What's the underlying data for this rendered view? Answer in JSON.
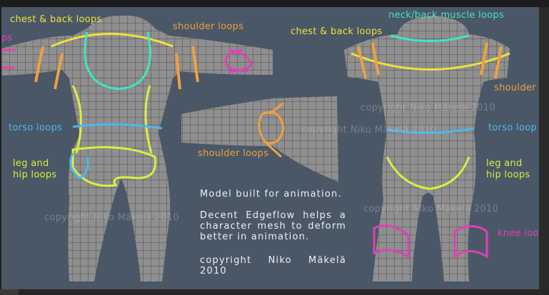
{
  "labels": {
    "chest_back_left": "chest & back loops",
    "shoulder_top": "shoulder loops",
    "chest_back_right": "chest & back loops",
    "neck_back": "neck/back muscle loops",
    "shoulder_right": "shoulder",
    "torso_left": "torso loops",
    "torso_right": "torso loop",
    "shoulder_mid": "shoulder loops",
    "leg_hip_left_1": "leg and",
    "leg_hip_left_2": "hip loops",
    "leg_hip_right_1": "leg and",
    "leg_hip_right_2": "hip loops",
    "knee_right": "knee loo",
    "cut_left": "ps"
  },
  "notes": {
    "line1": "Model built for animation.",
    "line2": "Decent Edgeflow helps a character mesh to deform better in animation.",
    "line3": "copyright  Niko  Mäkelä 2010"
  },
  "watermarks": {
    "left": "copyright Niko Mäkelä 2010",
    "right_top": "copyright Niko Mäkelä 2010",
    "right_bottom": "copyright Niko Mäkelä 2010",
    "mid": "copyright Niko Mäkelä 2010"
  },
  "colors": {
    "background": "#4a5766",
    "mesh": "#8f8f8f",
    "yellow": "#f2e03a",
    "orange": "#f0a040",
    "teal": "#3fe6c0",
    "blue": "#4fb6f0",
    "lime": "#d9ef3e",
    "magenta": "#e040b8"
  }
}
